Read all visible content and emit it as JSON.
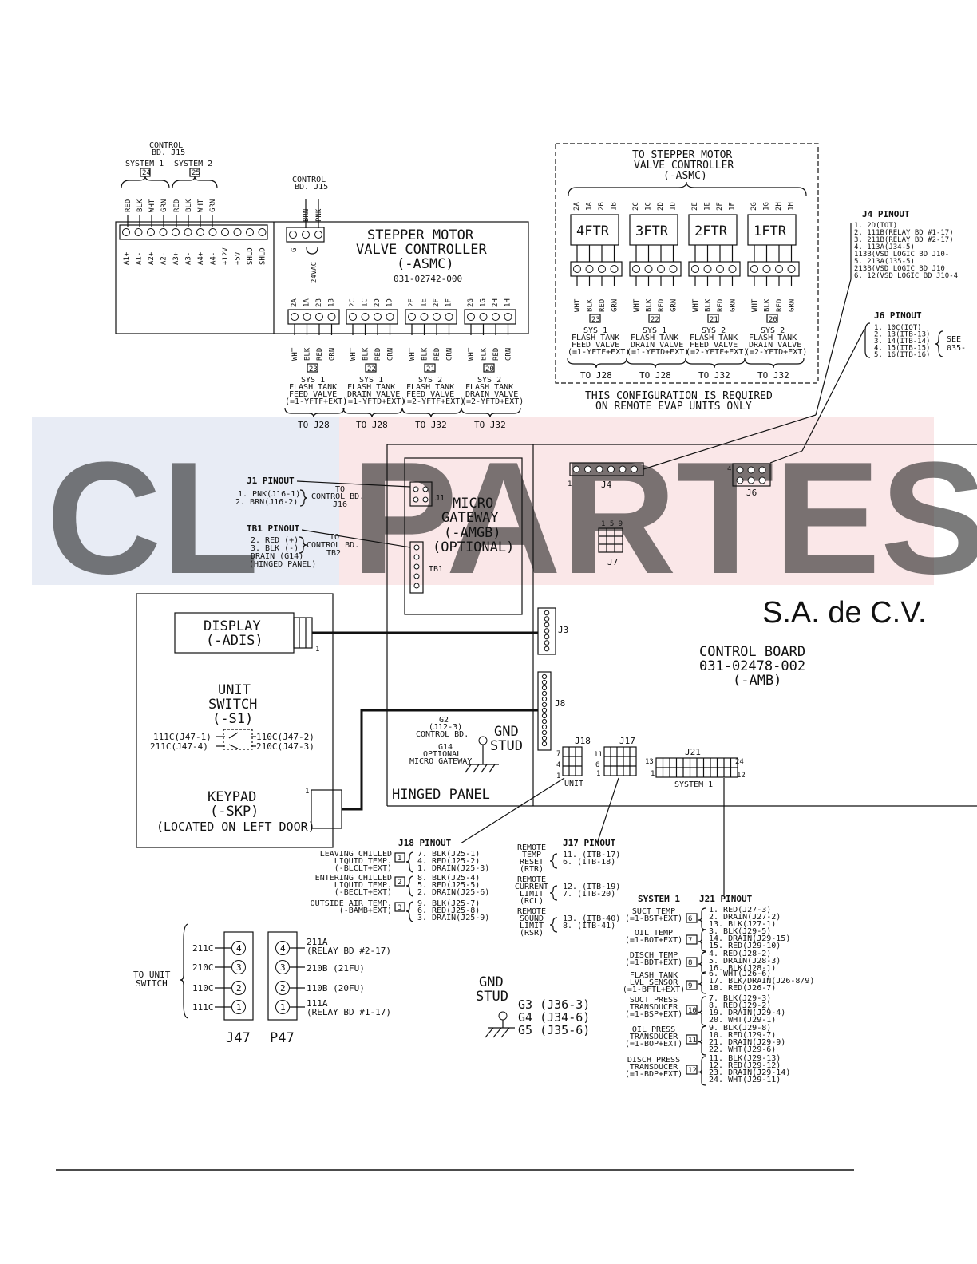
{
  "watermark": {
    "left": "CL",
    "right": "PARTES",
    "sub": "S.A. de C.V.",
    "left_color": "#5b7bb5",
    "right_color": "#d9575c"
  },
  "asmc": {
    "title1": "STEPPER MOTOR",
    "title2": "VALVE CONTROLLER",
    "title3": "(-ASMC)",
    "part": "031-02742-000",
    "ctrl_label1": "CONTROL",
    "ctrl_label2": "BD. J15",
    "sys1": "SYSTEM 1",
    "sys2": "SYSTEM 2",
    "box24": "24",
    "box25": "25",
    "ctrl2_label1": "CONTROL",
    "ctrl2_label2": "BD. J15",
    "brn": "BRN",
    "pnk": "PNK",
    "g": "G",
    "vac": "24VAC",
    "terminal_labels": [
      "A1+",
      "A1-",
      "A2+",
      "A2-",
      "A3+",
      "A3-",
      "A4+",
      "A4-",
      "+12V",
      "+5V",
      "SHLD",
      "SHLD"
    ],
    "top_wires": [
      "RED",
      "BLK",
      "WHT",
      "GRN",
      "RED",
      "BLK",
      "WHT",
      "GRN"
    ],
    "connectors": [
      {
        "pins": [
          "2A",
          "1A",
          "2B",
          "1B"
        ],
        "num": "23",
        "sys": "SYS 1",
        "l1": "FLASH TANK",
        "l2": "FEED VALVE",
        "l3": "(=1-YFTF+EXT)",
        "to": "TO J28"
      },
      {
        "pins": [
          "2C",
          "1C",
          "2D",
          "1D"
        ],
        "num": "22",
        "sys": "SYS 1",
        "l1": "FLASH TANK",
        "l2": "DRAIN VALVE",
        "l3": "(=1-YFTD+EXT)",
        "to": "TO J28"
      },
      {
        "pins": [
          "2E",
          "1E",
          "2F",
          "1F"
        ],
        "num": "21",
        "sys": "SYS 2",
        "l1": "FLASH TANK",
        "l2": "FEED VALVE",
        "l3": "(=2-YFTF+EXT)",
        "to": "TO J32"
      },
      {
        "pins": [
          "2G",
          "1G",
          "2H",
          "1H"
        ],
        "num": "20",
        "sys": "SYS 2",
        "l1": "FLASH TANK",
        "l2": "DRAIN VALVE",
        "l3": "(=2-YFTD+EXT)",
        "to": "TO J32"
      }
    ],
    "wire_colors": [
      "WHT",
      "BLK",
      "RED",
      "GRN"
    ]
  },
  "remote": {
    "title1": "TO STEPPER MOTOR",
    "title2": "VALVE CONTROLLER",
    "title3": "(-ASMC)",
    "ftr": [
      "4FTR",
      "3FTR",
      "2FTR",
      "1FTR"
    ],
    "note1": "THIS CONFIGURATION IS REQUIRED",
    "note2": "ON REMOTE EVAP UNITS ONLY"
  },
  "j4_pinout": {
    "title": "J4 PINOUT",
    "lines": [
      "1. 2D(IOT)",
      "2. 111B(RELAY BD #1-17)",
      "3. 211B(RELAY BD #2-17)",
      "4. 113A(J34-5)",
      "   113B(VSD LOGIC BD J10-",
      "5. 213A(J35-5)",
      "   213B(VSD LOGIC BD J10",
      "6. 12(VSD LOGIC BD J10-4"
    ]
  },
  "j6_pinout": {
    "title": "J6 PINOUT",
    "lines": [
      "1. 10C(IOT)",
      "2. 13(ITB-13)",
      "3. 14(ITB-14)",
      "4. 15(ITB-15)",
      "5. 16(ITB-16)"
    ],
    "see1": "SEE",
    "see2": "035-"
  },
  "j1_pinout": {
    "title": "J1 PINOUT",
    "lines": [
      "1. PNK(J16-1)",
      "2. BRN(J16-2)"
    ],
    "to1": "TO",
    "to2": "CONTROL BD.",
    "to3": "J16"
  },
  "tb1_pinout": {
    "title": "TB1 PINOUT",
    "lines": [
      "2. RED (+)",
      "3. BLK (-)",
      "DRAIN (G14)",
      "(HINGED PANEL)"
    ],
    "to1": "TO",
    "to2": "CONTROL BD.",
    "to3": "TB2"
  },
  "gateway": {
    "l1": "MICRO",
    "l2": "GATEWAY",
    "l3": "(-AMGB)",
    "l4": "(OPTIONAL)",
    "j1": "J1",
    "tb1": "TB1"
  },
  "board": {
    "l1": "CONTROL BOARD",
    "l2": "031-02478-002",
    "l3": "(-AMB)",
    "j3": "J3",
    "j4": "J4",
    "j6": "J6",
    "j7": "J7",
    "j8": "J8",
    "j17": "J17",
    "j18": "J18",
    "j21": "J21",
    "j7_nums": "1 5 9",
    "unit": "UNIT",
    "system1": "SYSTEM 1",
    "hinged": "HINGED PANEL",
    "gnd1": "GND",
    "gnd2": "STUD",
    "g2_1": "G2",
    "g2_2": "(J12-3)",
    "g2_3": "CONTROL BD.",
    "g14_1": "G14",
    "g14_2": "OPTIONAL",
    "g14_3": "MICRO GATEWAY"
  },
  "left_panel": {
    "display1": "DISPLAY",
    "display2": "(-ADIS)",
    "us1": "UNIT",
    "us2": "SWITCH",
    "us3": "(-S1)",
    "sw_l1": "111C(J47-1)",
    "sw_l2": "211C(J47-4)",
    "sw_r1": "110C(J47-2)",
    "sw_r2": "210C(J47-3)",
    "kp1": "KEYPAD",
    "kp2": "(-SKP)",
    "kp3": "(LOCATED ON LEFT DOOR)"
  },
  "j18_pinout": {
    "title": "J18 PINOUT",
    "groups": [
      {
        "label": [
          "LEAVING CHILLED",
          "LIQUID TEMP.",
          "(-BLCLT+EXT)"
        ],
        "num": "1",
        "lines": [
          "7. BLK(J25-1)",
          "4. RED(J25-2)",
          "1. DRAIN(J25-3)"
        ]
      },
      {
        "label": [
          "ENTERING CHILLED",
          "LIQUID TEMP.",
          "(-BECLT+EXT)"
        ],
        "num": "2",
        "lines": [
          "8. BLK(J25-4)",
          "5. RED(J25-5)",
          "2. DRAIN(J25-6)"
        ]
      },
      {
        "label": [
          "OUTSIDE AIR TEMP.",
          "(-BAMB+EXT)"
        ],
        "num": "3",
        "lines": [
          "9. BLK(J25-7)",
          "6. RED(J25-8)",
          "3. DRAIN(J25-9)"
        ]
      }
    ]
  },
  "j17_pinout": {
    "title": "J17 PINOUT",
    "groups": [
      {
        "label": [
          "REMOTE",
          "TEMP",
          "RESET",
          "(RTR)"
        ],
        "lines": [
          "11. (ITB-17)",
          "6. (ITB-18)"
        ]
      },
      {
        "label": [
          "REMOTE",
          "CURRENT",
          "LIMIT",
          "(RCL)"
        ],
        "lines": [
          "12. (ITB-19)",
          "7. (ITB-20)"
        ]
      },
      {
        "label": [
          "REMOTE",
          "SOUND",
          "LIMIT",
          "(RSR)"
        ],
        "lines": [
          "13. (ITB-40)",
          "8. (ITB-41)"
        ]
      }
    ]
  },
  "j21_pinout": {
    "title": "J21 PINOUT",
    "system": "SYSTEM 1",
    "groups": [
      {
        "label": [
          "SUCT TEMP",
          "(=1-BST+EXT)"
        ],
        "num": "6",
        "lines": [
          "1. RED(J27-3)",
          "2. DRAIN(J27-2)",
          "13. BLK(J27-1)"
        ]
      },
      {
        "label": [
          "OIL TEMP",
          "(=1-BOT+EXT)"
        ],
        "num": "7",
        "lines": [
          "3. BLK(J29-5)",
          "14. DRAIN(J29-15)",
          "15. RED(J29-10)"
        ]
      },
      {
        "label": [
          "DISCH TEMP",
          "(=1-BDT+EXT)"
        ],
        "num": "8",
        "lines": [
          "4. RED(J28-2)",
          "5. DRAIN(J28-3)",
          "16. BLK(J28-1)"
        ]
      },
      {
        "label": [
          "FLASH TANK",
          "LVL SENSOR",
          "(=1-BFTL+EXT)"
        ],
        "num": "9",
        "lines": [
          "6. WHT(J26-6)",
          "17. BLK/DRAIN(J26-8/9)",
          "18. RED(J26-7)"
        ]
      },
      {
        "label": [
          "SUCT PRESS",
          "TRANSDUCER",
          "(=1-BSP+EXT)"
        ],
        "num": "10",
        "lines": [
          "7. BLK(J29-3)",
          "8. RED(J29-2)",
          "19. DRAIN(J29-4)",
          "20. WHT(J29-1)"
        ]
      },
      {
        "label": [
          "OIL PRESS",
          "TRANSDUCER",
          "(=1-BOP+EXT)"
        ],
        "num": "11",
        "lines": [
          "9. BLK(J29-8)",
          "10. RED(J29-7)",
          "21. DRAIN(J29-9)",
          "22. WHT(J29-6)"
        ]
      },
      {
        "label": [
          "DISCH PRESS",
          "TRANSDUCER",
          "(=1-BDP+EXT)"
        ],
        "num": "12",
        "lines": [
          "11. BLK(J29-13)",
          "12. RED(J29-12)",
          "23. DRAIN(J29-14)",
          "24. WHT(J29-11)"
        ]
      }
    ]
  },
  "j47": {
    "label": "J47",
    "p_label": "P47",
    "to1": "TO UNIT",
    "to2": "SWITCH",
    "left": [
      "211C",
      "210C",
      "110C",
      "111C"
    ],
    "pins": [
      "4",
      "3",
      "2",
      "1"
    ],
    "right": [
      "211A",
      "(RELAY BD #2-17)",
      "210B (21FU)",
      "110B (20FU)",
      "111A",
      "(RELAY BD #1-17)"
    ]
  },
  "gnd_stud2": {
    "l1": "GND",
    "l2": "STUD",
    "lines": [
      "G3 (J36-3)",
      "G4 (J34-6)",
      "G5 (J35-6)"
    ]
  },
  "misc": {
    "one": "1",
    "four": "4",
    "seven": "7",
    "six": "6",
    "eleven": "11",
    "thirteen": "13",
    "twelve": "12",
    "twentyfour": "24"
  }
}
